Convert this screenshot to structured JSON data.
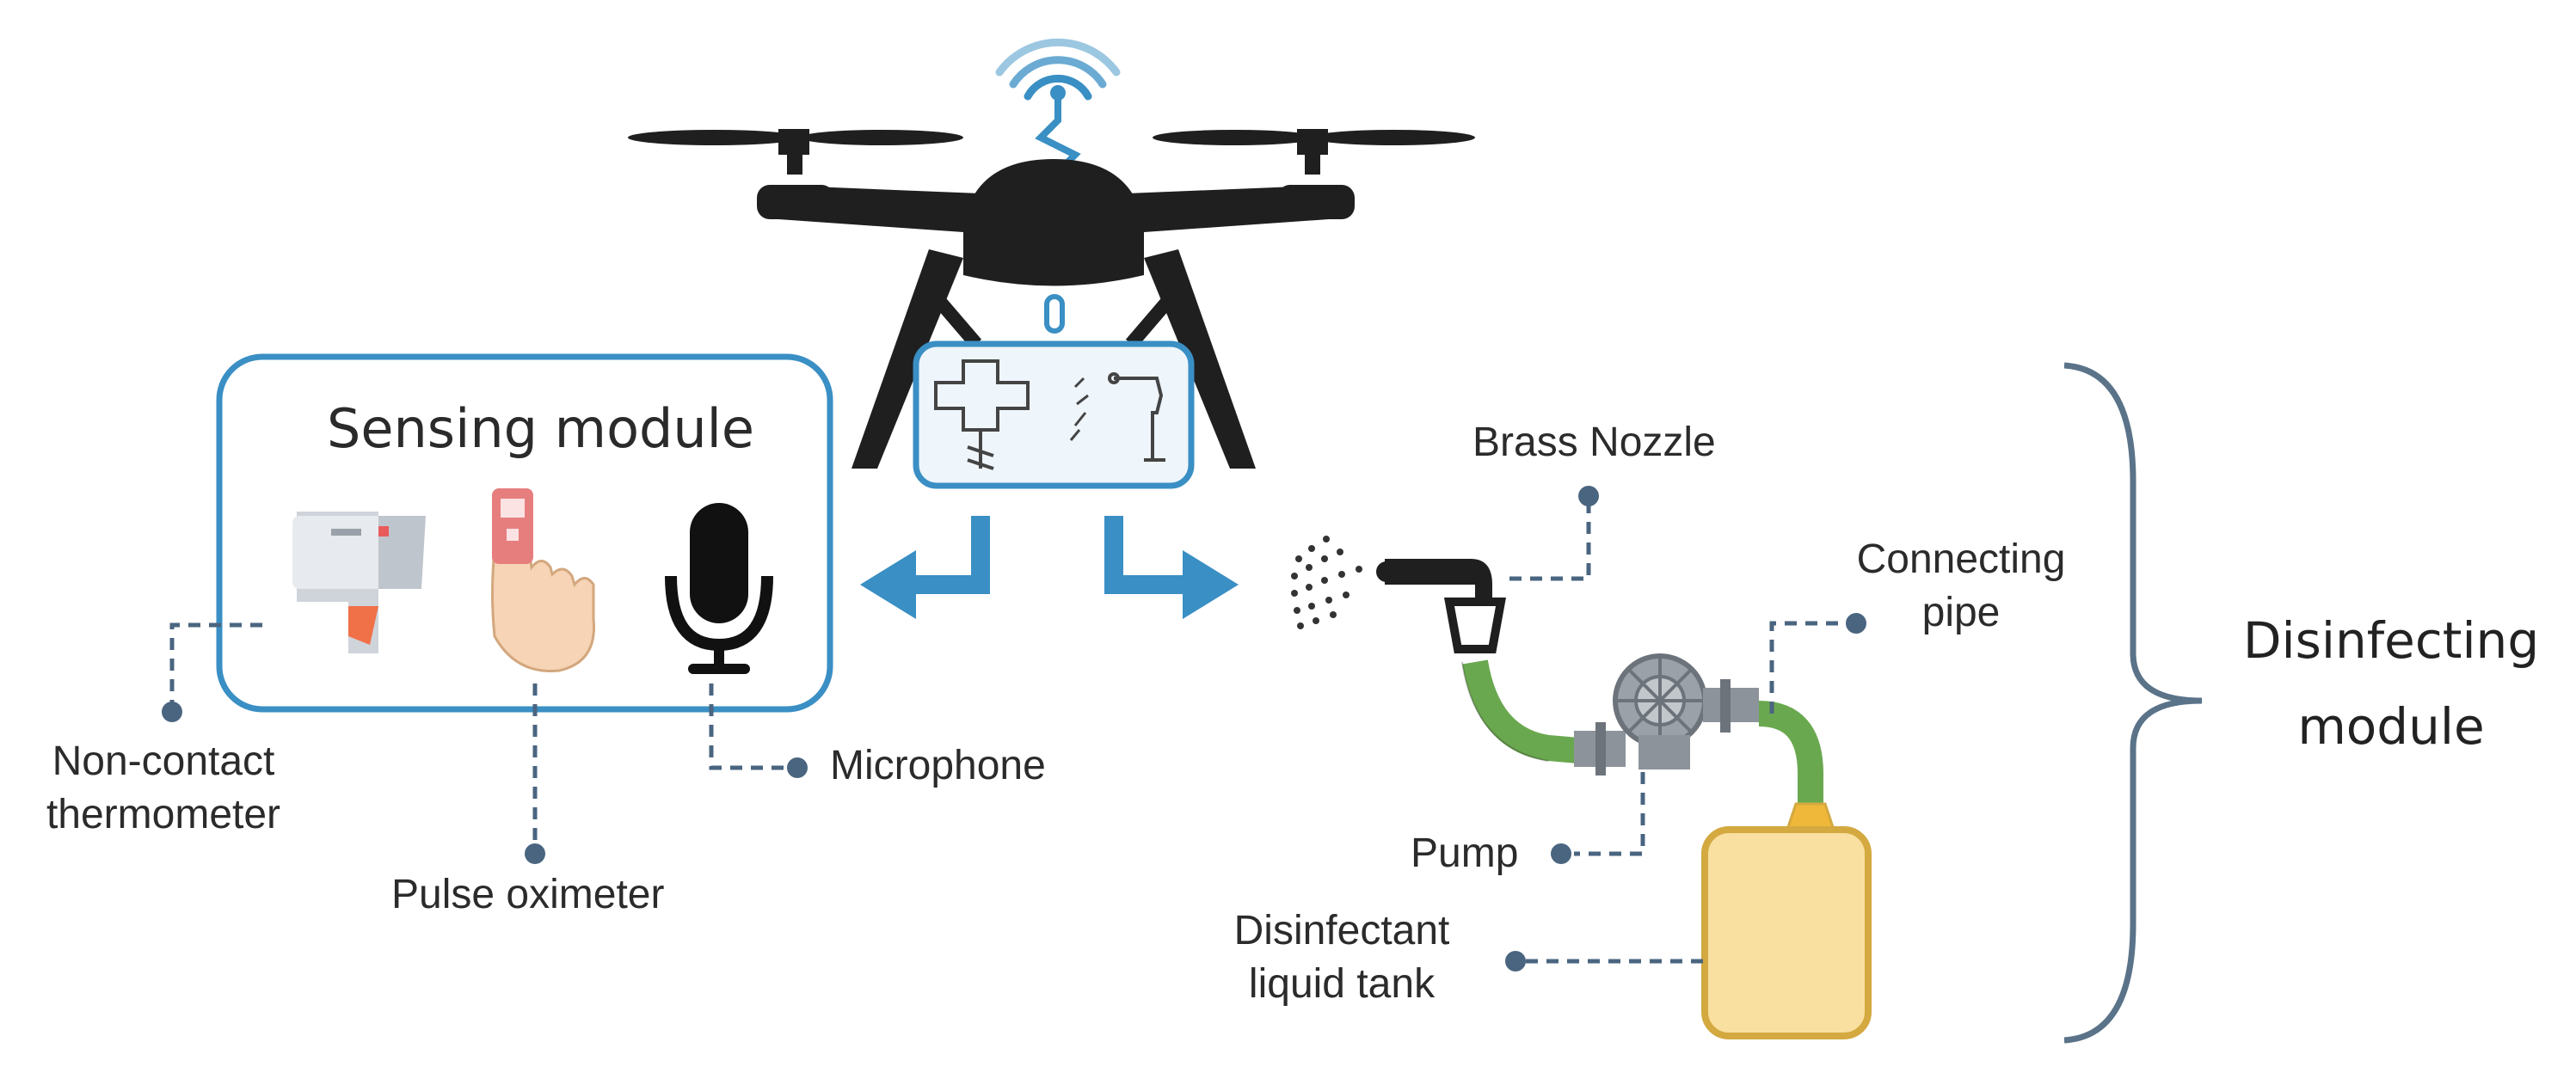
{
  "sensing_module": {
    "title": "Sensing module",
    "labels": {
      "thermometer": [
        "Non-contact",
        "thermometer"
      ],
      "oximeter": "Pulse oximeter",
      "microphone": "Microphone"
    }
  },
  "disinfecting_module": {
    "title": [
      "Disinfecting",
      "module"
    ],
    "labels": {
      "nozzle": "Brass Nozzle",
      "pipe": [
        "Connecting",
        "pipe"
      ],
      "pump": "Pump",
      "tank": [
        "Disinfectant",
        "liquid tank"
      ]
    }
  },
  "colors": {
    "accent_blue": "#3a8fc4",
    "leader": "#4a6580",
    "drone_body": "#1f1f1f",
    "pipe_green": "#6aa84f",
    "tank_fill": "#f9dfa0",
    "tank_stroke": "#d3a940",
    "brace": "#5a7389"
  },
  "icons": [
    "wifi-signal-icon",
    "drone-icon",
    "medical-cross-icon",
    "spray-nozzle-icon",
    "thermometer-gun-icon",
    "pulse-oximeter-icon",
    "microphone-icon",
    "pump-icon",
    "tank-icon"
  ]
}
